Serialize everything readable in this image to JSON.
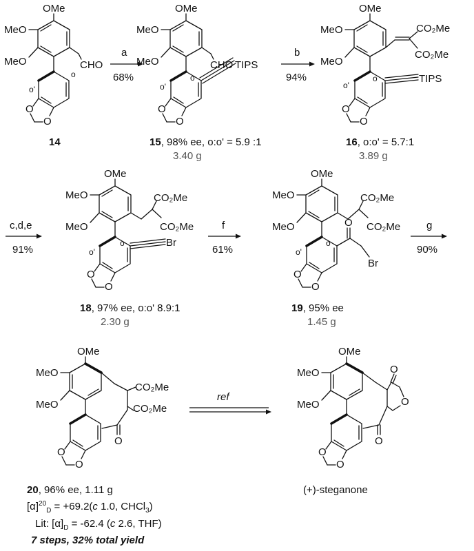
{
  "groups": {
    "ome": "OMe",
    "meo": "MeO",
    "cho": "CHO",
    "tips": "TIPS",
    "co2me": "CO₂Me",
    "br": "Br",
    "o_atom": "O",
    "o_ring": "o",
    "o_prime": "o'"
  },
  "steps": {
    "a": {
      "reagent": "a",
      "yield": "68%"
    },
    "b": {
      "reagent": "b",
      "yield": "94%"
    },
    "cde": {
      "reagent": "c,d,e",
      "yield": "91%"
    },
    "f": {
      "reagent": "f",
      "yield": "61%"
    },
    "g": {
      "reagent": "g",
      "yield": "90%"
    },
    "ref": {
      "reagent": "ref"
    }
  },
  "compounds": {
    "c14": {
      "number": "14"
    },
    "c15": {
      "number": "15",
      "desc": ", 98% ee, o:o' = 5.9 :1",
      "mass": "3.40 g"
    },
    "c16": {
      "number": "16",
      "desc": ", o:o' = 5.7:1",
      "mass": "3.89 g"
    },
    "c18": {
      "number": "18",
      "desc": ", 97% ee, o:o' 8.9:1",
      "mass": "2.30 g"
    },
    "c19": {
      "number": "19",
      "desc": ", 95% ee",
      "mass": "1.45 g"
    },
    "c20": {
      "number": "20",
      "desc": ", 96% ee, 1.11 g"
    },
    "steganone": {
      "name": "(+)-steganone"
    }
  },
  "notes": {
    "rotation_prefix": "[α]",
    "rotation_sup": "20",
    "rotation_sub": "D",
    "rotation_value": " = +69.2(",
    "rotation_c": "c",
    "rotation_cond": " 1.0, CHCl",
    "rotation_cond_sub": "3",
    "rotation_close": ")",
    "lit_prefix": "Lit: [α]",
    "lit_sub": "D",
    "lit_value": " = -62.4 (",
    "lit_c": "c",
    "lit_cond": " 2.6, THF)",
    "summary": "7 steps, 32% total yield"
  }
}
